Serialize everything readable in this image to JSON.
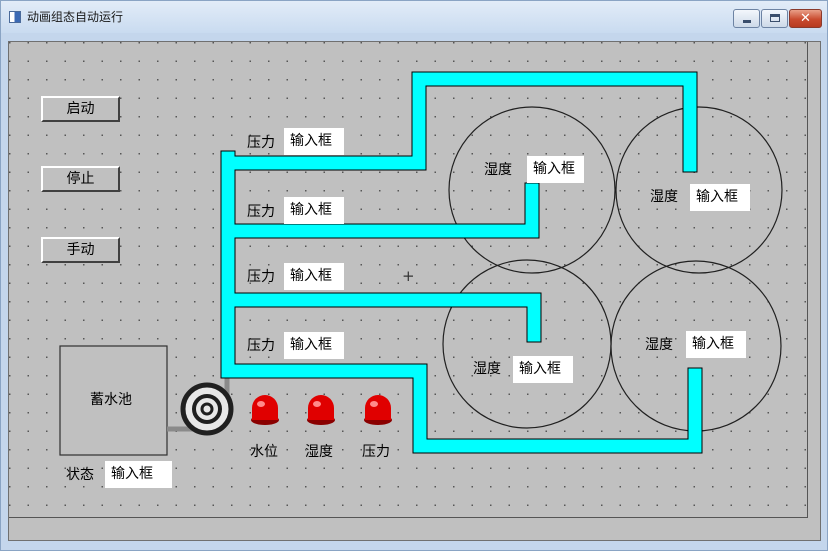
{
  "window": {
    "title": "动画组态自动运行",
    "close_glyph": "✕"
  },
  "controls": {
    "start_label": "启动",
    "stop_label": "停止",
    "manual_label": "手动"
  },
  "pressure_rows": [
    {
      "label": "压力",
      "value": "输入框"
    },
    {
      "label": "压力",
      "value": "输入框"
    },
    {
      "label": "压力",
      "value": "输入框"
    },
    {
      "label": "压力",
      "value": "输入框"
    }
  ],
  "tanks": [
    {
      "label": "湿度",
      "value": "输入框"
    },
    {
      "label": "湿度",
      "value": "输入框"
    },
    {
      "label": "湿度",
      "value": "输入框"
    },
    {
      "label": "湿度",
      "value": "输入框"
    }
  ],
  "reservoir": {
    "name": "蓄水池",
    "status_label": "状态",
    "status_value": "输入框"
  },
  "indicators": [
    {
      "label": "水位",
      "color": "#e00000"
    },
    {
      "label": "湿度",
      "color": "#e00000"
    },
    {
      "label": "压力",
      "color": "#e00000"
    }
  ],
  "crosshair": "+",
  "colors": {
    "pipe": "#00ffff",
    "canvas": "#c0c0c0",
    "indicator": "#e00000"
  }
}
